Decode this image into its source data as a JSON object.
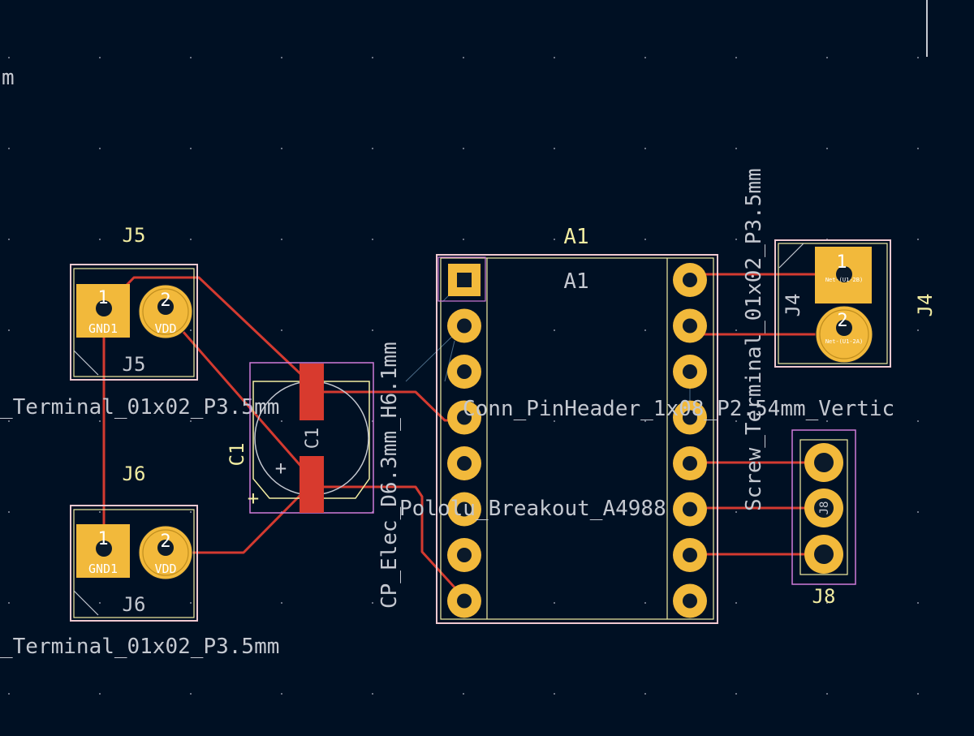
{
  "colors": {
    "background": "#001023",
    "grid_dot": "#6a7384",
    "silk_outline": "#f2eda1",
    "silk_text": "#f2eda1",
    "fab_text": "#c4c8d0",
    "courtyard": "#f0c8d0",
    "courtyard_alt": "#d07ad9",
    "pad": "#f2b93b",
    "pad_hole": "#0b1a2a",
    "smd_pad": "#d83a2e",
    "track": "#d43a30",
    "ratsnest": "#4a6a86",
    "pad_text": "#ffffff"
  },
  "labels": {
    "partial_left_top": "m",
    "j5_ref_top": "J5",
    "j5_ref_fab": "J5",
    "j5_value": "_Terminal_01x02_P3.5mm",
    "j6_ref_top": "J6",
    "j6_ref_fab": "J6",
    "j6_value": "_Terminal_01x02_P3.5mm",
    "c1_ref": "C1",
    "c1_ref_fab": "C1",
    "c1_value": "CP_Elec_D6.3mm_H6.1mm",
    "c1_plus": "+",
    "a1_ref_top": "A1",
    "a1_ref_fab": "A1",
    "a1_value": "Conn_PinHeader_1x08_P2.54mm_Vertic",
    "a1_value2": "Pololu_Breakout_A4988",
    "j4_ref": "J4",
    "j4_ref_fab": "J4",
    "j4_value": "Screw_Terminal_01x02_P3.5mm",
    "j8_ref": "J8",
    "j8_ref_fab": "J8"
  },
  "pads": {
    "j5_pin1": "1",
    "j5_pin1_net": "GND1",
    "j5_pin2": "2",
    "j5_pin2_net": "VDD",
    "j6_pin1": "1",
    "j6_pin1_net": "GND1",
    "j6_pin2": "2",
    "j6_pin2_net": "VDD",
    "j4_pin1": "1",
    "j4_pin1_net": "Net-(U1-2B)",
    "j4_pin2": "2",
    "j4_pin2_net": "Net-(U1-2A)"
  }
}
